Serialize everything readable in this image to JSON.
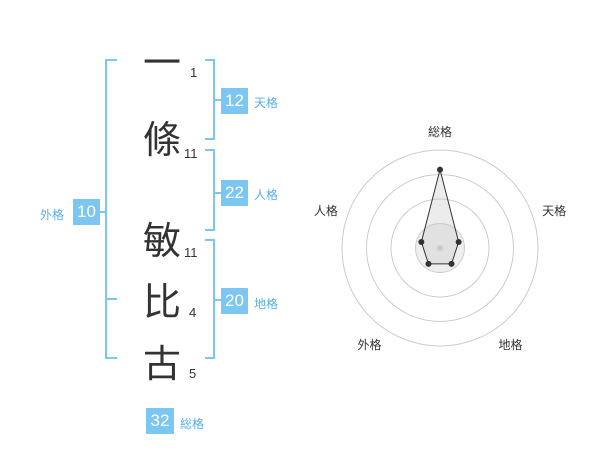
{
  "name_chars": [
    "一",
    "條",
    "敏",
    "比",
    "古"
  ],
  "strokes": [
    "1",
    "11",
    "11",
    "4",
    "5"
  ],
  "kaku": {
    "tenkaku": {
      "value": "12",
      "label": "天格"
    },
    "jinkaku": {
      "value": "22",
      "label": "人格"
    },
    "chikaku": {
      "value": "20",
      "label": "地格"
    },
    "gaikaku": {
      "value": "10",
      "label": "外格"
    },
    "soukaku": {
      "value": "32",
      "label": "総格"
    }
  },
  "colors": {
    "accent": "#7cc6f2",
    "bracket": "#7cc6f2",
    "text": "#333333"
  },
  "chart_data": {
    "type": "radar",
    "axes": [
      "総格",
      "天格",
      "地格",
      "外格",
      "人格"
    ],
    "values": [
      4,
      1,
      1,
      1,
      1
    ],
    "scale_max": 5,
    "rings": 4
  }
}
